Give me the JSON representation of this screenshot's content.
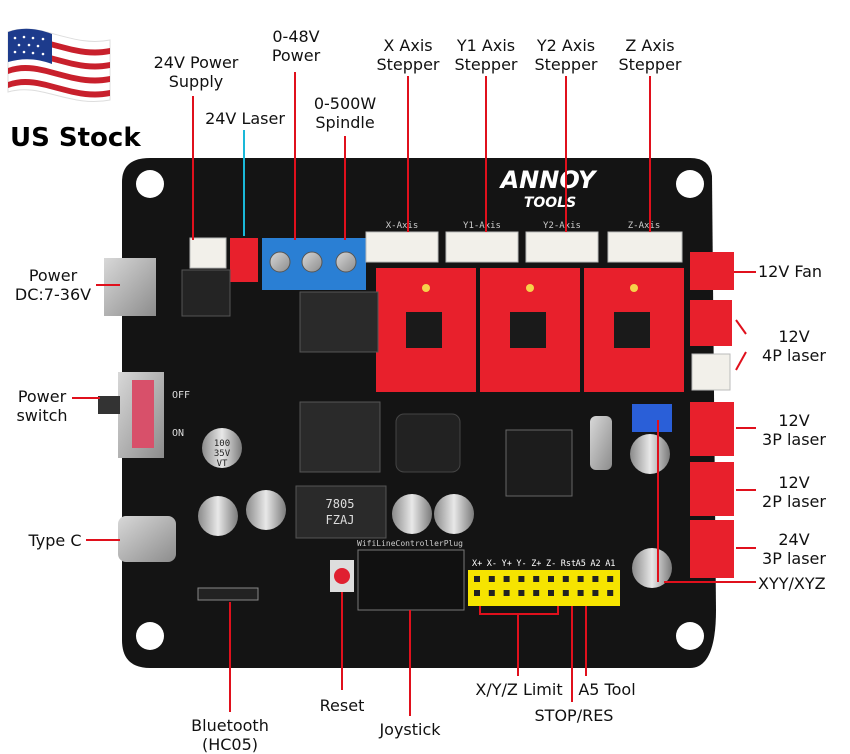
{
  "colors": {
    "board": "#141414",
    "driver_red": "#e8202c",
    "line_red": "#e0101c",
    "line_cyan": "#1ab8d8",
    "terminal_blue": "#2a7fd4",
    "header_yellow": "#f6e400",
    "connector_white": "#f2f0ea"
  },
  "badge": {
    "flag_icon": "us-flag-icon",
    "stock_text": "US Stock"
  },
  "labels": {
    "power_supply_24v": [
      "24V Power",
      "Supply"
    ],
    "power_48v": [
      "0-48V",
      "Power"
    ],
    "laser_24v": "24V Laser",
    "spindle": [
      "0-500W",
      "Spindle"
    ],
    "x_axis": [
      "X Axis",
      "Stepper"
    ],
    "y1_axis": [
      "Y1 Axis",
      "Stepper"
    ],
    "y2_axis": [
      "Y2 Axis",
      "Stepper"
    ],
    "z_axis": [
      "Z Axis",
      "Stepper"
    ],
    "power_dc": [
      "Power",
      "DC:7-36V"
    ],
    "power_switch": [
      "Power",
      "switch"
    ],
    "type_c": "Type C",
    "fan_12v": "12V Fan",
    "laser_12v_4p": [
      "12V",
      "4P laser"
    ],
    "laser_12v_3p": [
      "12V",
      "3P laser"
    ],
    "laser_12v_2p": [
      "12V",
      "2P laser"
    ],
    "laser_24v_3p": [
      "24V",
      "3P laser"
    ],
    "xyy_xyz": "XYY/XYZ",
    "limit": "X/Y/Z Limit",
    "a5_tool": "A5 Tool",
    "stop_res": "STOP/RES",
    "reset": "Reset",
    "joystick": "Joystick",
    "bluetooth": [
      "Bluetooth",
      "(HC05)"
    ]
  },
  "board": {
    "brand_top": "ANNOY",
    "brand_bottom": "TOOLS",
    "silk": {
      "x_axis": "X-Axis",
      "y1_axis": "Y1-Axis",
      "y2_axis": "Y2-Axis",
      "z_axis": "Z-Axis",
      "off": "OFF",
      "on": "ON",
      "ind_78_top": "7805",
      "ind_78_bottom": "FZAJ",
      "joystick_plug": "WifiLineControllerPlug",
      "header_pins": [
        "X+",
        "X-",
        "Y+",
        "Y-",
        "Z+",
        "Z-",
        "Rst",
        "A5",
        "A2",
        "A1"
      ],
      "cap_a_top": "100",
      "cap_a_mid": "35V",
      "cap_a_bot": "VT"
    }
  }
}
